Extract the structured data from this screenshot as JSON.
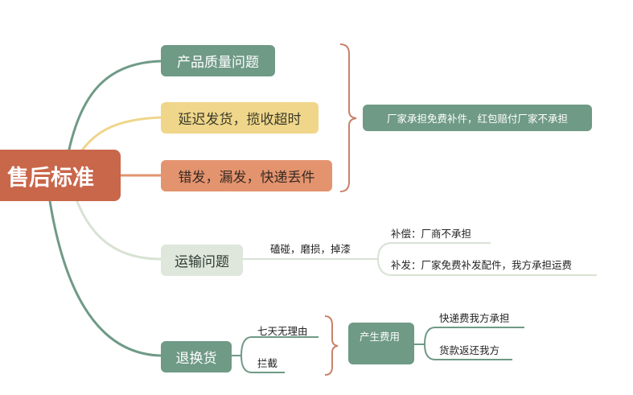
{
  "root": {
    "label": "售后标准",
    "color": "#c9674b"
  },
  "branches": [
    {
      "label": "产品质量问题",
      "bg": "#6f9a86",
      "fg": "#ffffff",
      "line": "#6f9a86"
    },
    {
      "label": "延迟发货，揽收超时",
      "bg": "#f0d68a",
      "fg": "#3a3a2a",
      "line": "#f0d68a"
    },
    {
      "label": "错发，漏发，快递丢件",
      "bg": "#e3946f",
      "fg": "#3a2a22",
      "line": "#e3946f"
    },
    {
      "label": "运输问题",
      "bg": "#dfe7dc",
      "fg": "#2f3b33",
      "line": "#d8e2d4"
    },
    {
      "label": "退换货",
      "bg": "#6f9a86",
      "fg": "#ffffff",
      "line": "#6f9a86"
    }
  ],
  "shared_result": {
    "label": "厂家承担免费补件，红包赔付厂家不承担",
    "bg": "#6f9a86",
    "fg": "#ffffff"
  },
  "transport": {
    "cause": "磕碰，磨损，掉漆",
    "outcomes": [
      "补偿：厂商不承担",
      "补发：厂家免费补发配件，我方承担运费"
    ]
  },
  "returns": {
    "reasons": [
      "七天无理由",
      "拦截"
    ],
    "cost_node": "产生费用",
    "costs": [
      "快递费我方承担",
      "货款返还我方"
    ]
  },
  "colors": {
    "bracket": "#c8826a",
    "sage": "#6f9a86",
    "pale": "#d8e2d4"
  }
}
